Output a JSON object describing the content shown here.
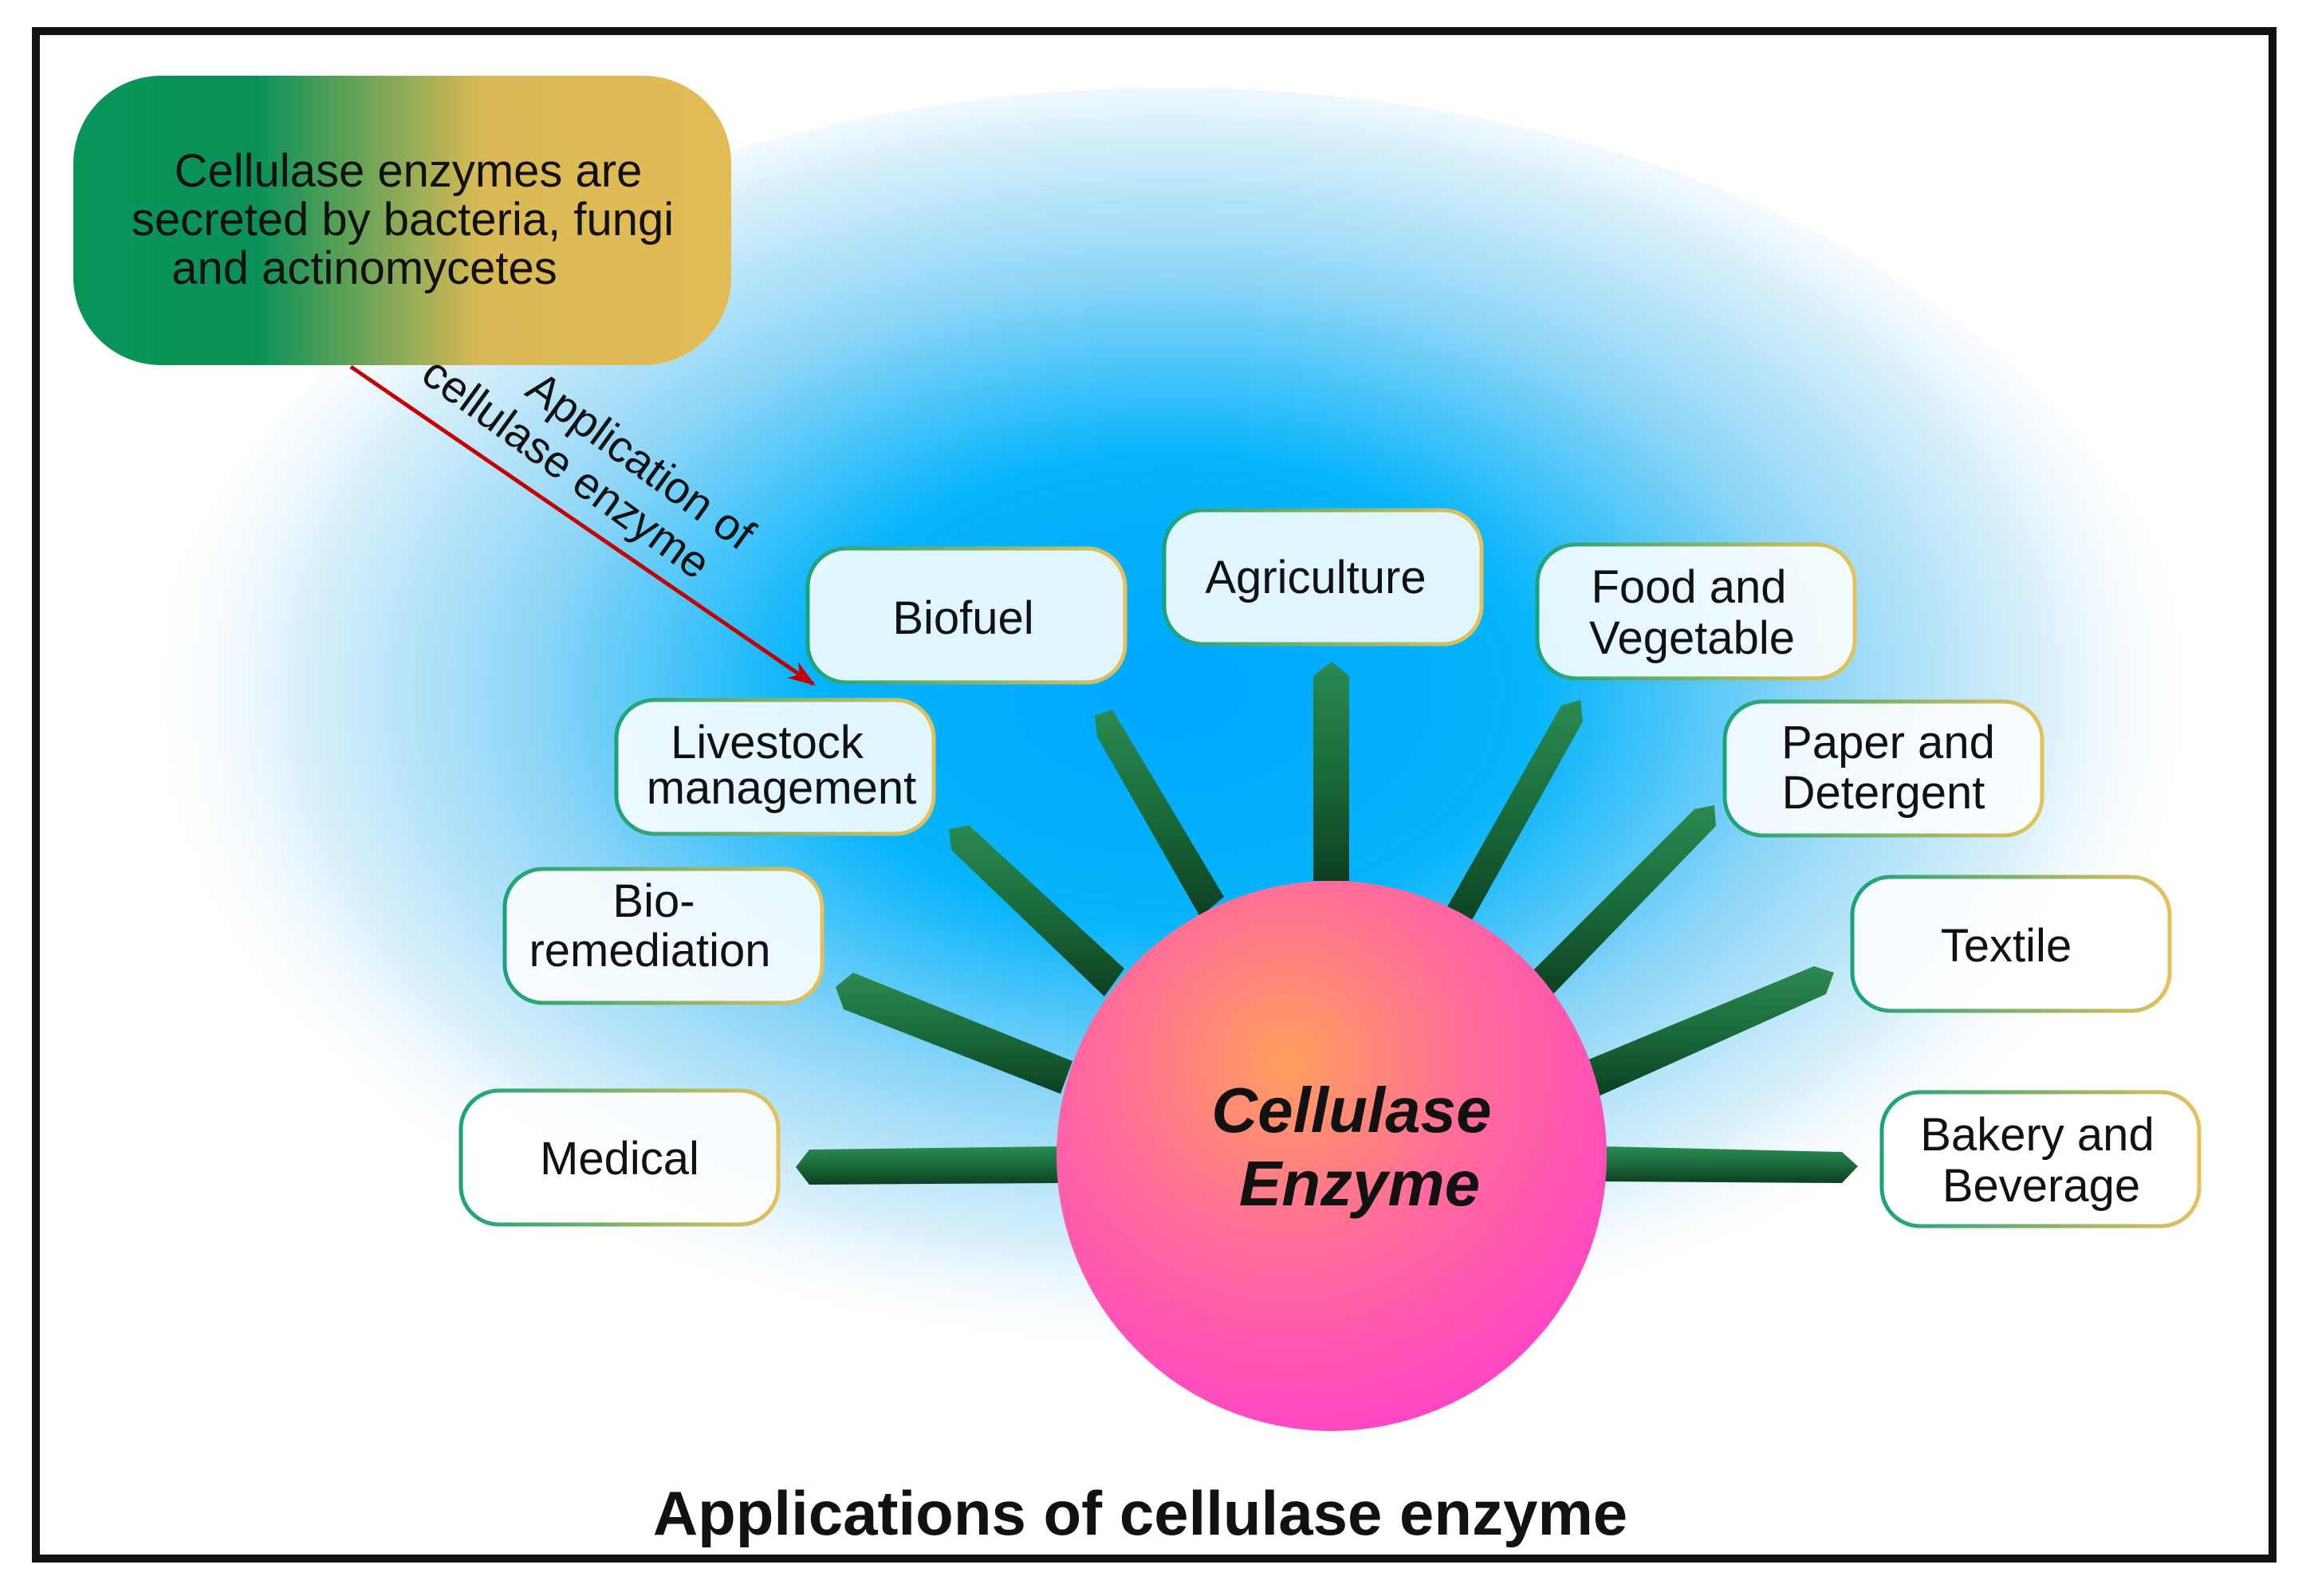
{
  "source": {
    "lines": [
      "Cellulase enzymes are",
      "secreted by bacteria, fungi",
      "and actinomycetes"
    ]
  },
  "arrow_label": {
    "lines": [
      "Application of",
      "cellulase enzyme"
    ]
  },
  "center": {
    "lines": [
      "Cellulase",
      "Enzyme"
    ]
  },
  "applications": [
    {
      "id": "medical",
      "lines": [
        "Medical"
      ]
    },
    {
      "id": "bioremediation",
      "lines": [
        "Bio-",
        "remediation"
      ]
    },
    {
      "id": "livestock",
      "lines": [
        "Livestock",
        "management"
      ]
    },
    {
      "id": "biofuel",
      "lines": [
        "Biofuel"
      ]
    },
    {
      "id": "agriculture",
      "lines": [
        "Agriculture"
      ]
    },
    {
      "id": "food",
      "lines": [
        "Food and",
        "Vegetable"
      ]
    },
    {
      "id": "paper",
      "lines": [
        "Paper and",
        "Detergent"
      ]
    },
    {
      "id": "textile",
      "lines": [
        "Textile"
      ]
    },
    {
      "id": "bakery",
      "lines": [
        "Bakery and",
        "Beverage"
      ]
    }
  ],
  "title": "Applications of cellulase enzyme",
  "colors": {
    "glow": "#00aaff",
    "spoke": "#1f6e3e",
    "arrow": "#c40000",
    "box_border_start": "#1aa37a",
    "box_border_end": "#e6c15a",
    "circle_core": "#ff9a5a",
    "circle_edge": "#ff44c4",
    "source_start": "#07955a",
    "source_end": "#e3bb55"
  }
}
